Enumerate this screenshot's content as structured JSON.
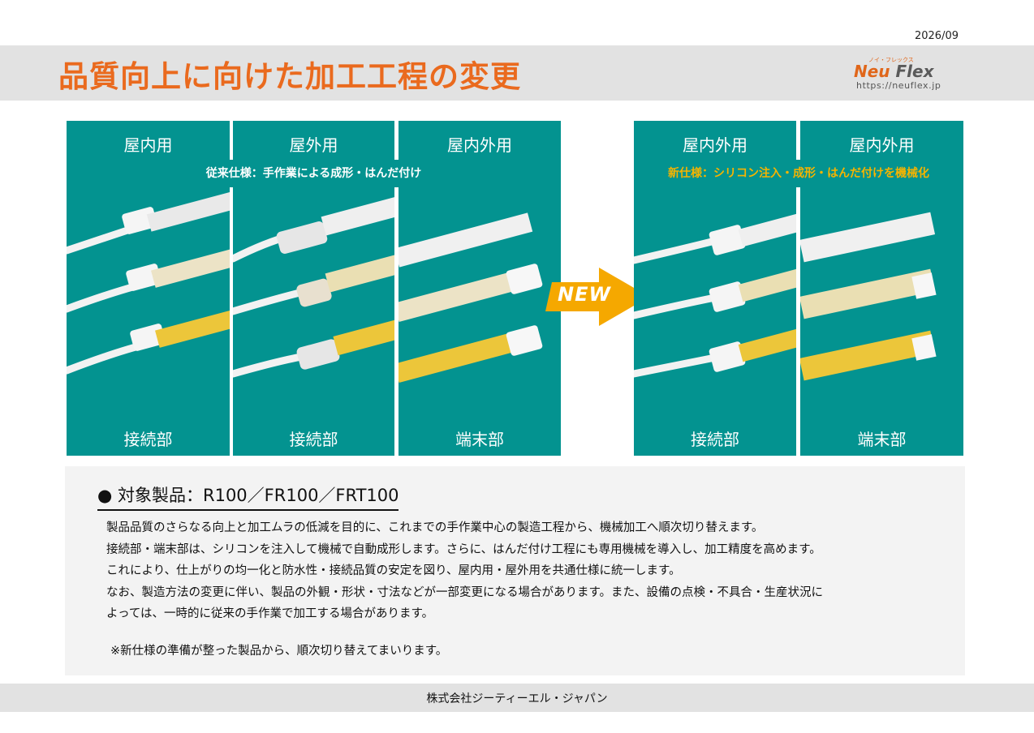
{
  "header": {
    "date": "2026/09",
    "title": "品質向上に向けた加工工程の変更",
    "logo": {
      "kana": "ノイ・フレックス",
      "brand_first": "Neu",
      "brand_second": "Flex",
      "url": "https://neuflex.jp"
    }
  },
  "old_spec": {
    "strip_label": "従来仕様：手作業による成形・はんだ付け",
    "panels": [
      {
        "top_label": "屋内用",
        "bottom_label": "接続部"
      },
      {
        "top_label": "屋外用",
        "bottom_label": "接続部"
      },
      {
        "top_label": "屋内外用",
        "bottom_label": "端末部"
      }
    ]
  },
  "arrow": {
    "label": "NEW",
    "color": "#f5a800"
  },
  "new_spec": {
    "strip_label": "新仕様：シリコン注入・成形・はんだ付けを機械化",
    "panels": [
      {
        "top_label": "屋内外用",
        "bottom_label": "接続部"
      },
      {
        "top_label": "屋内外用",
        "bottom_label": "端末部"
      }
    ]
  },
  "info": {
    "products": "● 対象製品：R100／FR100／FRT100",
    "paragraphs": [
      "製品品質のさらなる向上と加工ムラの低減を目的に、これまでの手作業中心の製造工程から、機械加工へ順次切り替えます。",
      "接続部・端末部は、シリコンを注入して機械で自動成形します。さらに、はんだ付け工程にも専用機械を導入し、加工精度を高めます。",
      "これにより、仕上がりの均一化と防水性・接続品質の安定を図り、屋内用・屋外用を共通仕様に統一します。",
      "なお、製造方法の変更に伴い、製品の外観・形状・寸法などが一部変更になる場合があります。また、設備の点検・不具合・生産状況に",
      "よっては、一時的に従来の手作業で加工する場合があります。"
    ],
    "note": "※新仕様の準備が整った製品から、順次切り替えてまいります。"
  },
  "footer": {
    "company": "株式会社ジーティーエル・ジャパン"
  },
  "colors": {
    "title": "#ea6a1e",
    "panel_bg": "#039390",
    "new_strip_text": "#f5b400",
    "band_gray": "#e2e2e2"
  }
}
